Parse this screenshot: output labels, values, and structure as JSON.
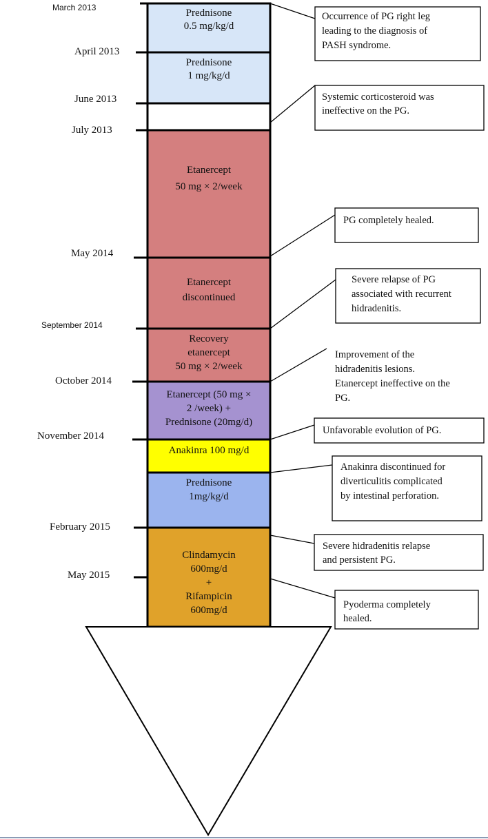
{
  "colors": {
    "light_blue": "#d7e6f8",
    "white": "#ffffff",
    "salmon": "#d47f7f",
    "lavender": "#a592d0",
    "yellow": "#ffff00",
    "blue": "#9bb4ee",
    "orange": "#e0a22a",
    "stroke": "#000000"
  },
  "dates": [
    {
      "label": "March  2013",
      "style": "small"
    },
    {
      "label": "April 2013"
    },
    {
      "label": "June 2013"
    },
    {
      "label": "July 2013"
    },
    {
      "label": "May 2014"
    },
    {
      "label": "September  2014",
      "style": "small"
    },
    {
      "label": "October 2014"
    },
    {
      "label": "November 2014"
    },
    {
      "label": "February 2015"
    },
    {
      "label": "May 2015"
    }
  ],
  "segments": [
    {
      "color": "light_blue",
      "lines": [
        "Prednisone",
        "0.5 mg/kg/d"
      ]
    },
    {
      "color": "light_blue",
      "lines": [
        "Prednisone",
        "1 mg/kg/d"
      ]
    },
    {
      "color": "white",
      "lines": []
    },
    {
      "color": "salmon",
      "lines": [
        "Etanercept",
        "50 mg × 2/week"
      ]
    },
    {
      "color": "salmon",
      "lines": [
        "Etanercept",
        "discontinued"
      ]
    },
    {
      "color": "salmon",
      "lines": [
        "Recovery",
        "etanercept",
        "50 mg × 2/week"
      ]
    },
    {
      "color": "lavender",
      "lines": [
        "Etanercept  (50 mg ×",
        "2 /week)   +",
        "Prednisone (20mg/d)"
      ]
    },
    {
      "color": "yellow",
      "lines": [
        "Anakinra  100 mg/d"
      ]
    },
    {
      "color": "blue",
      "lines": [
        "Prednisone",
        "1mg/kg/d"
      ]
    },
    {
      "color": "orange",
      "lines": [
        "Clindamycin",
        "600mg/d",
        "+",
        "Rifampicin",
        "600mg/d"
      ]
    }
  ],
  "notes": [
    {
      "lines": [
        "Occurrence of PG right leg",
        "leading to the diagnosis of",
        "PASH syndrome."
      ],
      "boxed": true
    },
    {
      "lines": [
        "Systemic corticosteroid was",
        "ineffective on the PG."
      ],
      "boxed": true
    },
    {
      "lines": [
        "PG completely healed."
      ],
      "boxed": true
    },
    {
      "lines": [
        "Severe relapse of PG",
        "associated with recurrent",
        "hidradenitis."
      ],
      "boxed": true
    },
    {
      "lines": [
        "Improvement of the",
        "hidradenitis lesions.",
        "Etanercept ineffective on the",
        "PG."
      ],
      "boxed": false
    },
    {
      "lines": [
        "Unfavorable evolution of PG."
      ],
      "boxed": true
    },
    {
      "lines": [
        "Anakinra discontinued for",
        "diverticulitis complicated",
        "by intestinal perforation."
      ],
      "boxed": true
    },
    {
      "lines": [
        "Severe hidradenitis relapse",
        "and persistent PG."
      ],
      "boxed": true
    },
    {
      "lines": [
        "Pyoderma completely",
        "healed."
      ],
      "boxed": true
    }
  ]
}
